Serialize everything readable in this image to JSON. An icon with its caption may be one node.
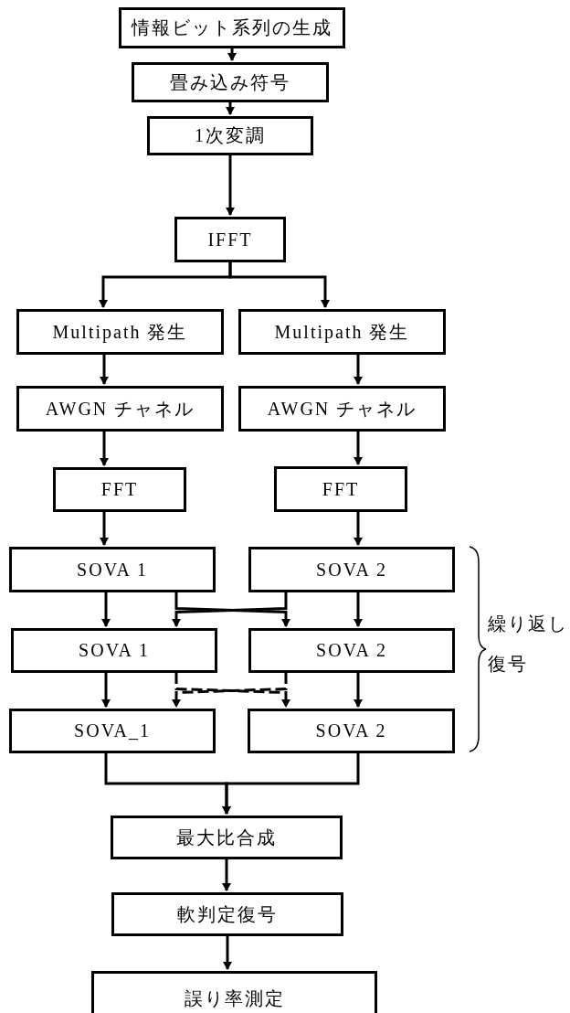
{
  "diagram": {
    "nodes": [
      {
        "text": [
          "情報ビット系列の生成"
        ]
      },
      {
        "text": [
          "畳み込み符号"
        ]
      },
      {
        "text": [
          "1次変調"
        ]
      },
      {
        "text": [
          "IFFT"
        ]
      },
      {
        "text": [
          "Multipath 発生"
        ]
      },
      {
        "text": [
          "Multipath 発生"
        ]
      },
      {
        "text": [
          "AWGN チャネル"
        ]
      },
      {
        "text": [
          "AWGN チャネル"
        ]
      },
      {
        "text": [
          "FFT"
        ]
      },
      {
        "text": [
          "FFT"
        ]
      },
      {
        "text": [
          "SOVA 1"
        ]
      },
      {
        "text": [
          "SOVA 2"
        ]
      },
      {
        "text": [
          "SOVA 1"
        ]
      },
      {
        "text": [
          "SOVA 2"
        ]
      },
      {
        "text": [
          "SOVA_1"
        ]
      },
      {
        "text": [
          "SOVA 2"
        ]
      },
      {
        "text": [
          "最大比合成"
        ]
      },
      {
        "text": [
          "軟判定復号"
        ]
      },
      {
        "text": [
          "誤り率測定"
        ]
      }
    ],
    "edges": [
      {
        "from": 0,
        "to": 1,
        "arrow": "to"
      },
      {
        "from": 1,
        "to": 2,
        "arrow": "to"
      },
      {
        "from": 2,
        "to": 3,
        "arrow": "to"
      },
      {
        "from": 3,
        "to": 4,
        "arrow": "to"
      },
      {
        "from": 3,
        "to": 5,
        "arrow": "to"
      },
      {
        "from": 4,
        "to": 6,
        "arrow": "to"
      },
      {
        "from": 5,
        "to": 7,
        "arrow": "to"
      },
      {
        "from": 6,
        "to": 8,
        "arrow": "to"
      },
      {
        "from": 7,
        "to": 9,
        "arrow": "to"
      },
      {
        "from": 8,
        "to": 10,
        "arrow": "to"
      },
      {
        "from": 9,
        "to": 11,
        "arrow": "to"
      },
      {
        "from": 10,
        "to": 12,
        "arrow": "to"
      },
      {
        "from": 11,
        "to": 13,
        "arrow": "to"
      },
      {
        "from": 10,
        "to": 13,
        "arrow": "to"
      },
      {
        "from": 11,
        "to": 12,
        "arrow": "to"
      },
      {
        "from": 12,
        "to": 14,
        "arrow": "to"
      },
      {
        "from": 13,
        "to": 15,
        "arrow": "to"
      },
      {
        "from": 12,
        "to": 15,
        "arrow": "to",
        "style": "dashed"
      },
      {
        "from": 13,
        "to": 14,
        "arrow": "to",
        "style": "dashed"
      },
      {
        "from": 14,
        "to": 16,
        "arrow": "to"
      },
      {
        "from": 15,
        "to": 16,
        "arrow": "to"
      },
      {
        "from": 16,
        "to": 17,
        "arrow": "to"
      },
      {
        "from": 17,
        "to": 18,
        "arrow": "to"
      }
    ],
    "labels": [
      "繰り返し復号"
    ]
  }
}
